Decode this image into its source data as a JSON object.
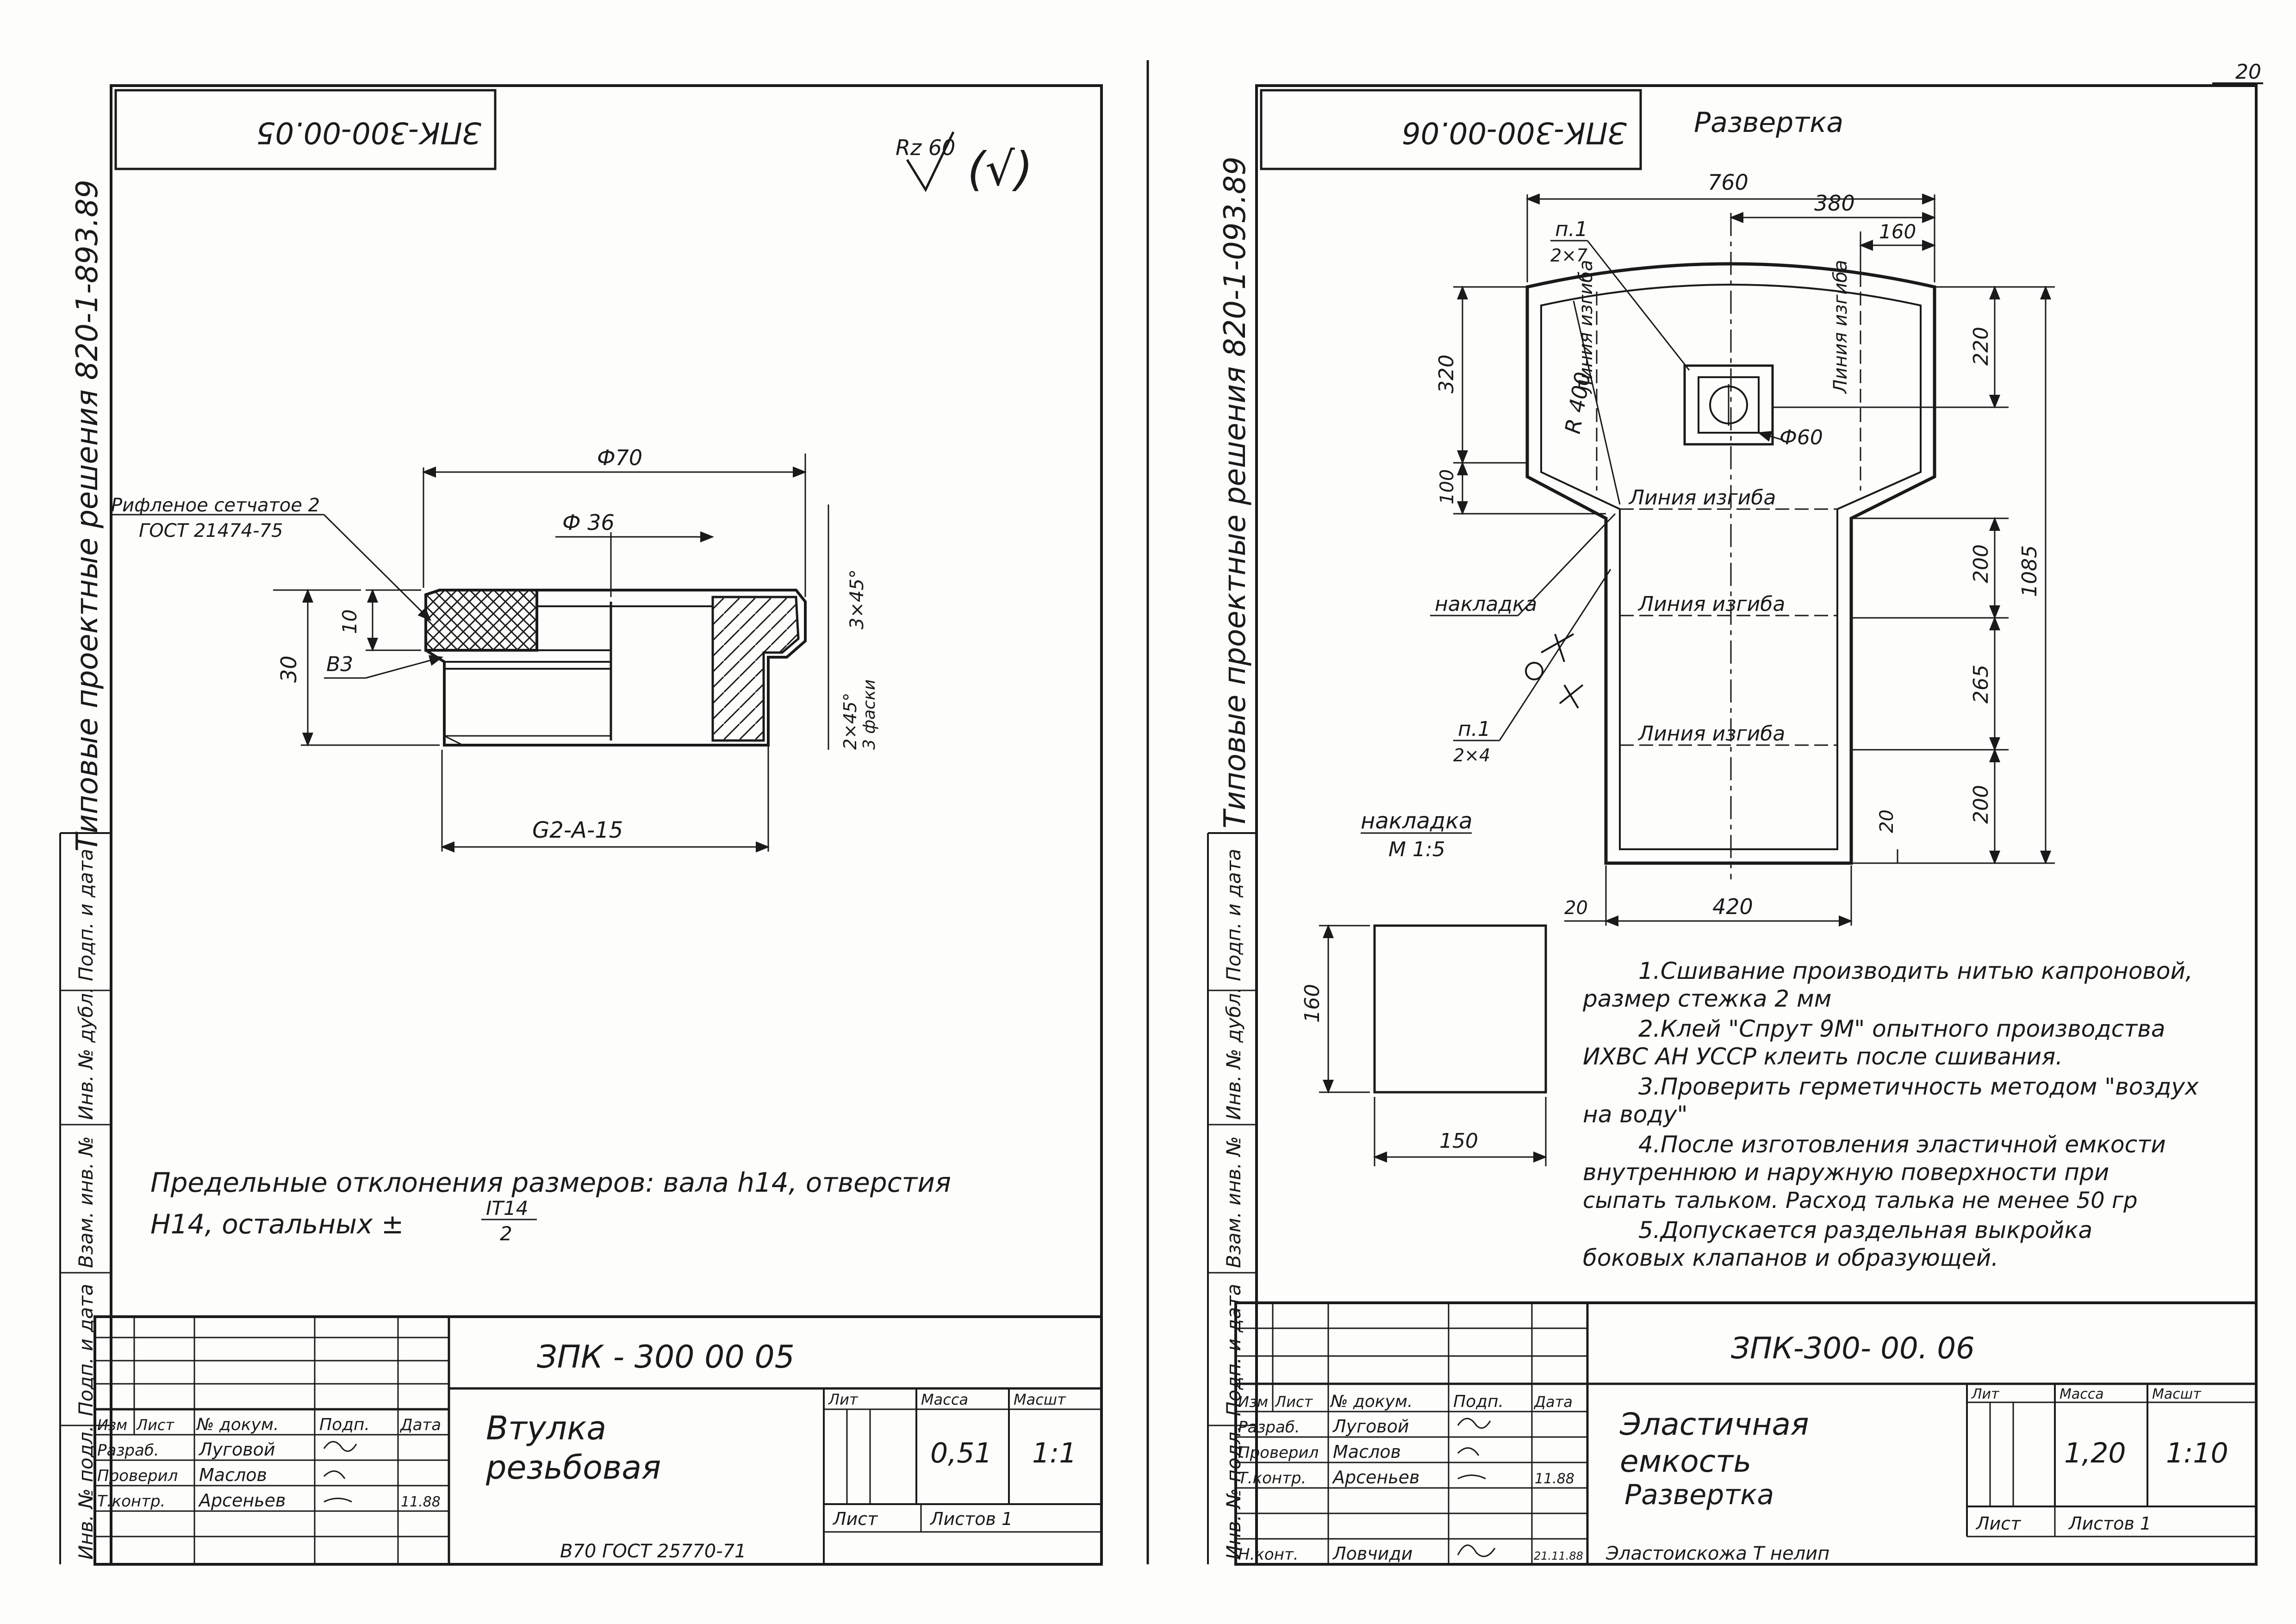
{
  "page_number": "20",
  "left_sheet": {
    "side_label": "Типовые проектные решения 820-1-893.89",
    "designation_rotated": "ЗПК-300-00.05",
    "roughness": "Rz 60",
    "roughness_general": "(√)",
    "labels": {
      "knurl": "Рифленое сетчатое 2",
      "gost": "ГОСТ 21474-75",
      "dia70": "Ф70",
      "dia36": "Ф 36",
      "chamfer1": "3×45°",
      "chamfer2": "2×45°",
      "chamfer2b": "3 фаски",
      "dim10": "10",
      "dim30": "30",
      "b3": "В3",
      "thread": "G2-A-15"
    },
    "note_line1": "Предельные отклонения размеров: вала h14, отверстия",
    "note_line2": "H14, остальных ±",
    "note_frac_top": "IT14",
    "note_frac_bottom": "2",
    "stamp": {
      "designation": "ЗПК - 300  00 05",
      "name_line1": "Втулка",
      "name_line2": "резьбовая",
      "lit": "Лит",
      "mass_label": "Масса",
      "scale_label": "Масшт",
      "mass": "0,51",
      "scale": "1:1",
      "sheet": "Лист",
      "sheets": "Листов 1",
      "col_izm": "Изм",
      "col_list": "Лист",
      "col_doc": "№ докум.",
      "col_sign": "Подп.",
      "col_date": "Дата",
      "role1": "Разраб.",
      "name1": "Луговой",
      "role2": "Проверил",
      "name2": "Маслов",
      "role3": "Т.контр.",
      "name3": "Арсеньев",
      "date3": "11.88",
      "material": "В70 ГОСТ 25770-71"
    },
    "vertical_labels": [
      "Подп. и дата",
      "Инв. № дубл.",
      "Взам. инв. №",
      "Подп. и дата",
      "Инв. № подл."
    ]
  },
  "right_sheet": {
    "side_label": "Типовые проектные решения 820-1-093.89",
    "designation_rotated": "ЗПК-300-00.06",
    "title": "Развертка",
    "dims": {
      "d760": "760",
      "d380": "380",
      "d160": "160",
      "d220": "220",
      "d320": "320",
      "d100": "100",
      "d1085": "1085",
      "d200a": "200",
      "d265": "265",
      "d200b": "200",
      "d20a": "20",
      "d20b": "20",
      "d420": "420",
      "r400": "R 400",
      "d60": "Ф60",
      "pad_h": "160",
      "pad_w": "150"
    },
    "labels": {
      "p1_top": "п.1",
      "p1_top_b": "2×7",
      "p1_bot": "п.1",
      "p1_bot_b": "2×4",
      "bend_v1": "Линия изгиба",
      "bend_v2": "Линия изгиба",
      "bend1": "Линия изгиба",
      "bend2": "Линия изгиба",
      "bend3": "Линия изгиба",
      "overlay": "накладка",
      "pad_title": "накладка",
      "pad_scale": "М 1:5"
    },
    "notes": [
      "1.Сшивание производить нитью капроновой,",
      "размер стежка 2 мм",
      "2.Клей \"Спрут 9М\" опытного производства",
      "ИХВС   АН УССР клеить после сшивания.",
      "3.Проверить герметичность методом \"воздух",
      "на воду\"",
      "4.После изготовления эластичной емкости",
      "внутреннюю   и наружную поверхности при",
      "сыпать     тальком. Расход талька не менее 50 гр",
      "5.Допускается раздельная выкройка",
      "боковых клапанов  и образующей."
    ],
    "stamp": {
      "designation": "ЗПК-300- 00. 06",
      "name_line1": "Эластичная",
      "name_line2": "емкость",
      "name_line3": "Развертка",
      "lit": "Лит",
      "mass_label": "Масса",
      "scale_label": "Масшт",
      "mass": "1,20",
      "scale": "1:10",
      "sheet": "Лист",
      "sheets": "Листов 1",
      "col_izm": "Изм",
      "col_list": "Лист",
      "col_doc": "№ докум.",
      "col_sign": "Подп.",
      "col_date": "Дата",
      "role1": "Разраб.",
      "name1": "Луговой",
      "role2": "Проверил",
      "name2": "Маслов",
      "role3": "Т.контр.",
      "name3": "Арсеньев",
      "date3": "11.88",
      "role4": "Н.конт.",
      "name4": "Ловчиди",
      "date4": "21.11.88",
      "material": "Эластоискожа Т нелип"
    },
    "vertical_labels": [
      "Подп. и дата",
      "Инв. № дубл.",
      "Взам. инв. №",
      "Подп. и дата",
      "Инв. № подл."
    ]
  }
}
